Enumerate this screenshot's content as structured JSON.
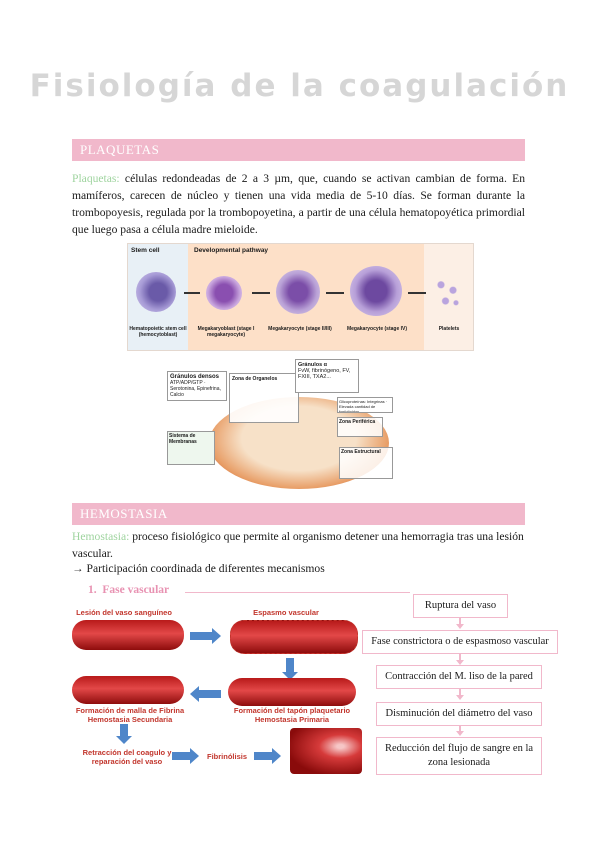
{
  "title": "Fisiología de la coagulación",
  "sections": {
    "plaquetas": {
      "header": "PLAQUETAS",
      "term": "Plaquetas:",
      "text": " células redondeadas de 2 a 3 µm, que, cuando se activan cambian de forma. En mamíferos, carecen de núcleo y tienen una vida media de 5-10 días. Se forman durante la trombopoyesis, regulada por la trombopoyetina, a partir de una célula hematopoyética primordial que luego pasa a célula madre mieloide.",
      "figure1": {
        "stem_cell": "Stem cell",
        "developmental_pathway": "Developmental pathway",
        "labels": [
          "Hematopoietic stem cell (hemocytoblast)",
          "Megakaryoblast (stage I megakaryocyte)",
          "Megakaryocyte (stage II/III)",
          "Megakaryocyte (stage IV)",
          "Platelets"
        ]
      },
      "figure2": {
        "granulos_densos": "Gránulos densos",
        "granulos_densos_items": "ATP/ADP/GTP · Serotonina, Epinefrina, Calcio",
        "zona_organelos": "Zona de Organelos",
        "granulos_a": "Gránulos α",
        "granulos_a_items": "FvW, fibrinógeno, FV, FXIII, TXA2...",
        "glicoproteinas": "Glicoproteínas: Integrinas · Elevada cantidad de fosfolípidos",
        "zona_periferica": "Zona Periférica",
        "zona_estructural": "Zona Estructural",
        "sistema_membranas": "Sistema de Membranas"
      }
    },
    "hemostasia": {
      "header": "HEMOSTASIA",
      "term": "Hemostasia:",
      "text": " proceso fisiológico que permite al organismo detener una hemorragia tras una lesión vascular.",
      "arrow_line": "→ Participación coordinada de diferentes mecanismos",
      "phase_number": "1.",
      "phase_title": "Fase vascular",
      "figure": {
        "lesion": "Lesión del vaso sanguíneo",
        "espasmo": "Espasmo vascular",
        "formacion_malla": "Formación de malla de Fibrina Hemostasia Secundaria",
        "formacion_tapon": "Formación del tapón plaquetario Hemostasia Primaria",
        "retraccion": "Retracción del coagulo y reparación del vaso",
        "fibrinolisis": "Fibrinólisis"
      },
      "flow": [
        "Ruptura del vaso",
        "Fase constrictora o de espasmoso vascular",
        "Contracción del M. liso de la pared",
        "Disminución del diámetro del vaso",
        "Reducción del flujo de sangre en la zona lesionada"
      ]
    }
  },
  "colors": {
    "band": "#f1b8cb",
    "term": "#9fd49f",
    "title": "#d6d6d6"
  }
}
